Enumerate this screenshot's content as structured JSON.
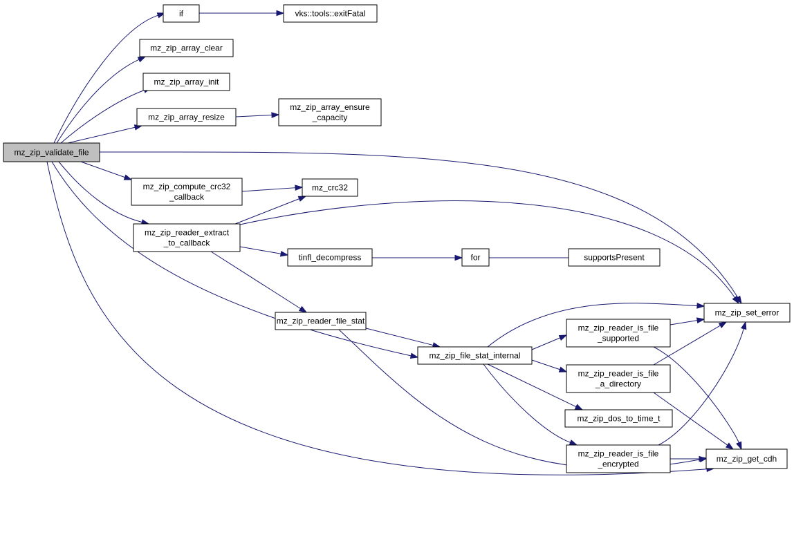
{
  "diagram": {
    "type": "call-graph",
    "root": "validate_file",
    "colors": {
      "edge": "#191970",
      "root_fill": "#bfbfbf",
      "node_fill": "#ffffff",
      "node_stroke": "#000000"
    },
    "nodes": [
      {
        "id": "validate_file",
        "lines": [
          "mz_zip_validate_file"
        ]
      },
      {
        "id": "if",
        "lines": [
          "if"
        ]
      },
      {
        "id": "exitFatal",
        "lines": [
          "vks::tools::exitFatal"
        ]
      },
      {
        "id": "array_clear",
        "lines": [
          "mz_zip_array_clear"
        ]
      },
      {
        "id": "array_init",
        "lines": [
          "mz_zip_array_init"
        ]
      },
      {
        "id": "array_resize",
        "lines": [
          "mz_zip_array_resize"
        ]
      },
      {
        "id": "array_ensure",
        "lines": [
          "mz_zip_array_ensure",
          "_capacity"
        ]
      },
      {
        "id": "compute_crc32",
        "lines": [
          "mz_zip_compute_crc32",
          "_callback"
        ]
      },
      {
        "id": "crc32",
        "lines": [
          "mz_crc32"
        ]
      },
      {
        "id": "extract",
        "lines": [
          "mz_zip_reader_extract",
          "_to_callback"
        ]
      },
      {
        "id": "tinfl",
        "lines": [
          "tinfl_decompress"
        ]
      },
      {
        "id": "for",
        "lines": [
          "for"
        ]
      },
      {
        "id": "supportsPresent",
        "lines": [
          "supportsPresent"
        ]
      },
      {
        "id": "file_stat",
        "lines": [
          "mz_zip_reader_file_stat"
        ]
      },
      {
        "id": "file_stat_internal",
        "lines": [
          "mz_zip_file_stat_internal"
        ]
      },
      {
        "id": "is_supported",
        "lines": [
          "mz_zip_reader_is_file",
          "_supported"
        ]
      },
      {
        "id": "is_directory",
        "lines": [
          "mz_zip_reader_is_file",
          "_a_directory"
        ]
      },
      {
        "id": "dos_to_time",
        "lines": [
          "mz_zip_dos_to_time_t"
        ]
      },
      {
        "id": "is_encrypted",
        "lines": [
          "mz_zip_reader_is_file",
          "_encrypted"
        ]
      },
      {
        "id": "set_error",
        "lines": [
          "mz_zip_set_error"
        ]
      },
      {
        "id": "get_cdh",
        "lines": [
          "mz_zip_get_cdh"
        ]
      }
    ],
    "edges": [
      [
        "validate_file",
        "if"
      ],
      [
        "if",
        "exitFatal"
      ],
      [
        "validate_file",
        "array_clear"
      ],
      [
        "validate_file",
        "array_init"
      ],
      [
        "validate_file",
        "array_resize"
      ],
      [
        "array_resize",
        "array_ensure"
      ],
      [
        "validate_file",
        "set_error"
      ],
      [
        "validate_file",
        "compute_crc32"
      ],
      [
        "compute_crc32",
        "crc32"
      ],
      [
        "validate_file",
        "extract"
      ],
      [
        "extract",
        "crc32"
      ],
      [
        "extract",
        "set_error"
      ],
      [
        "extract",
        "tinfl"
      ],
      [
        "tinfl",
        "for"
      ],
      [
        "for",
        "supportsPresent"
      ],
      [
        "extract",
        "file_stat"
      ],
      [
        "validate_file",
        "file_stat_internal"
      ],
      [
        "validate_file",
        "get_cdh"
      ],
      [
        "file_stat",
        "file_stat_internal"
      ],
      [
        "file_stat",
        "get_cdh"
      ],
      [
        "file_stat_internal",
        "set_error"
      ],
      [
        "file_stat_internal",
        "is_supported"
      ],
      [
        "file_stat_internal",
        "is_directory"
      ],
      [
        "file_stat_internal",
        "dos_to_time"
      ],
      [
        "file_stat_internal",
        "is_encrypted"
      ],
      [
        "is_supported",
        "set_error"
      ],
      [
        "is_supported",
        "get_cdh"
      ],
      [
        "is_directory",
        "set_error"
      ],
      [
        "is_directory",
        "get_cdh"
      ],
      [
        "is_encrypted",
        "set_error"
      ],
      [
        "is_encrypted",
        "get_cdh"
      ]
    ]
  }
}
